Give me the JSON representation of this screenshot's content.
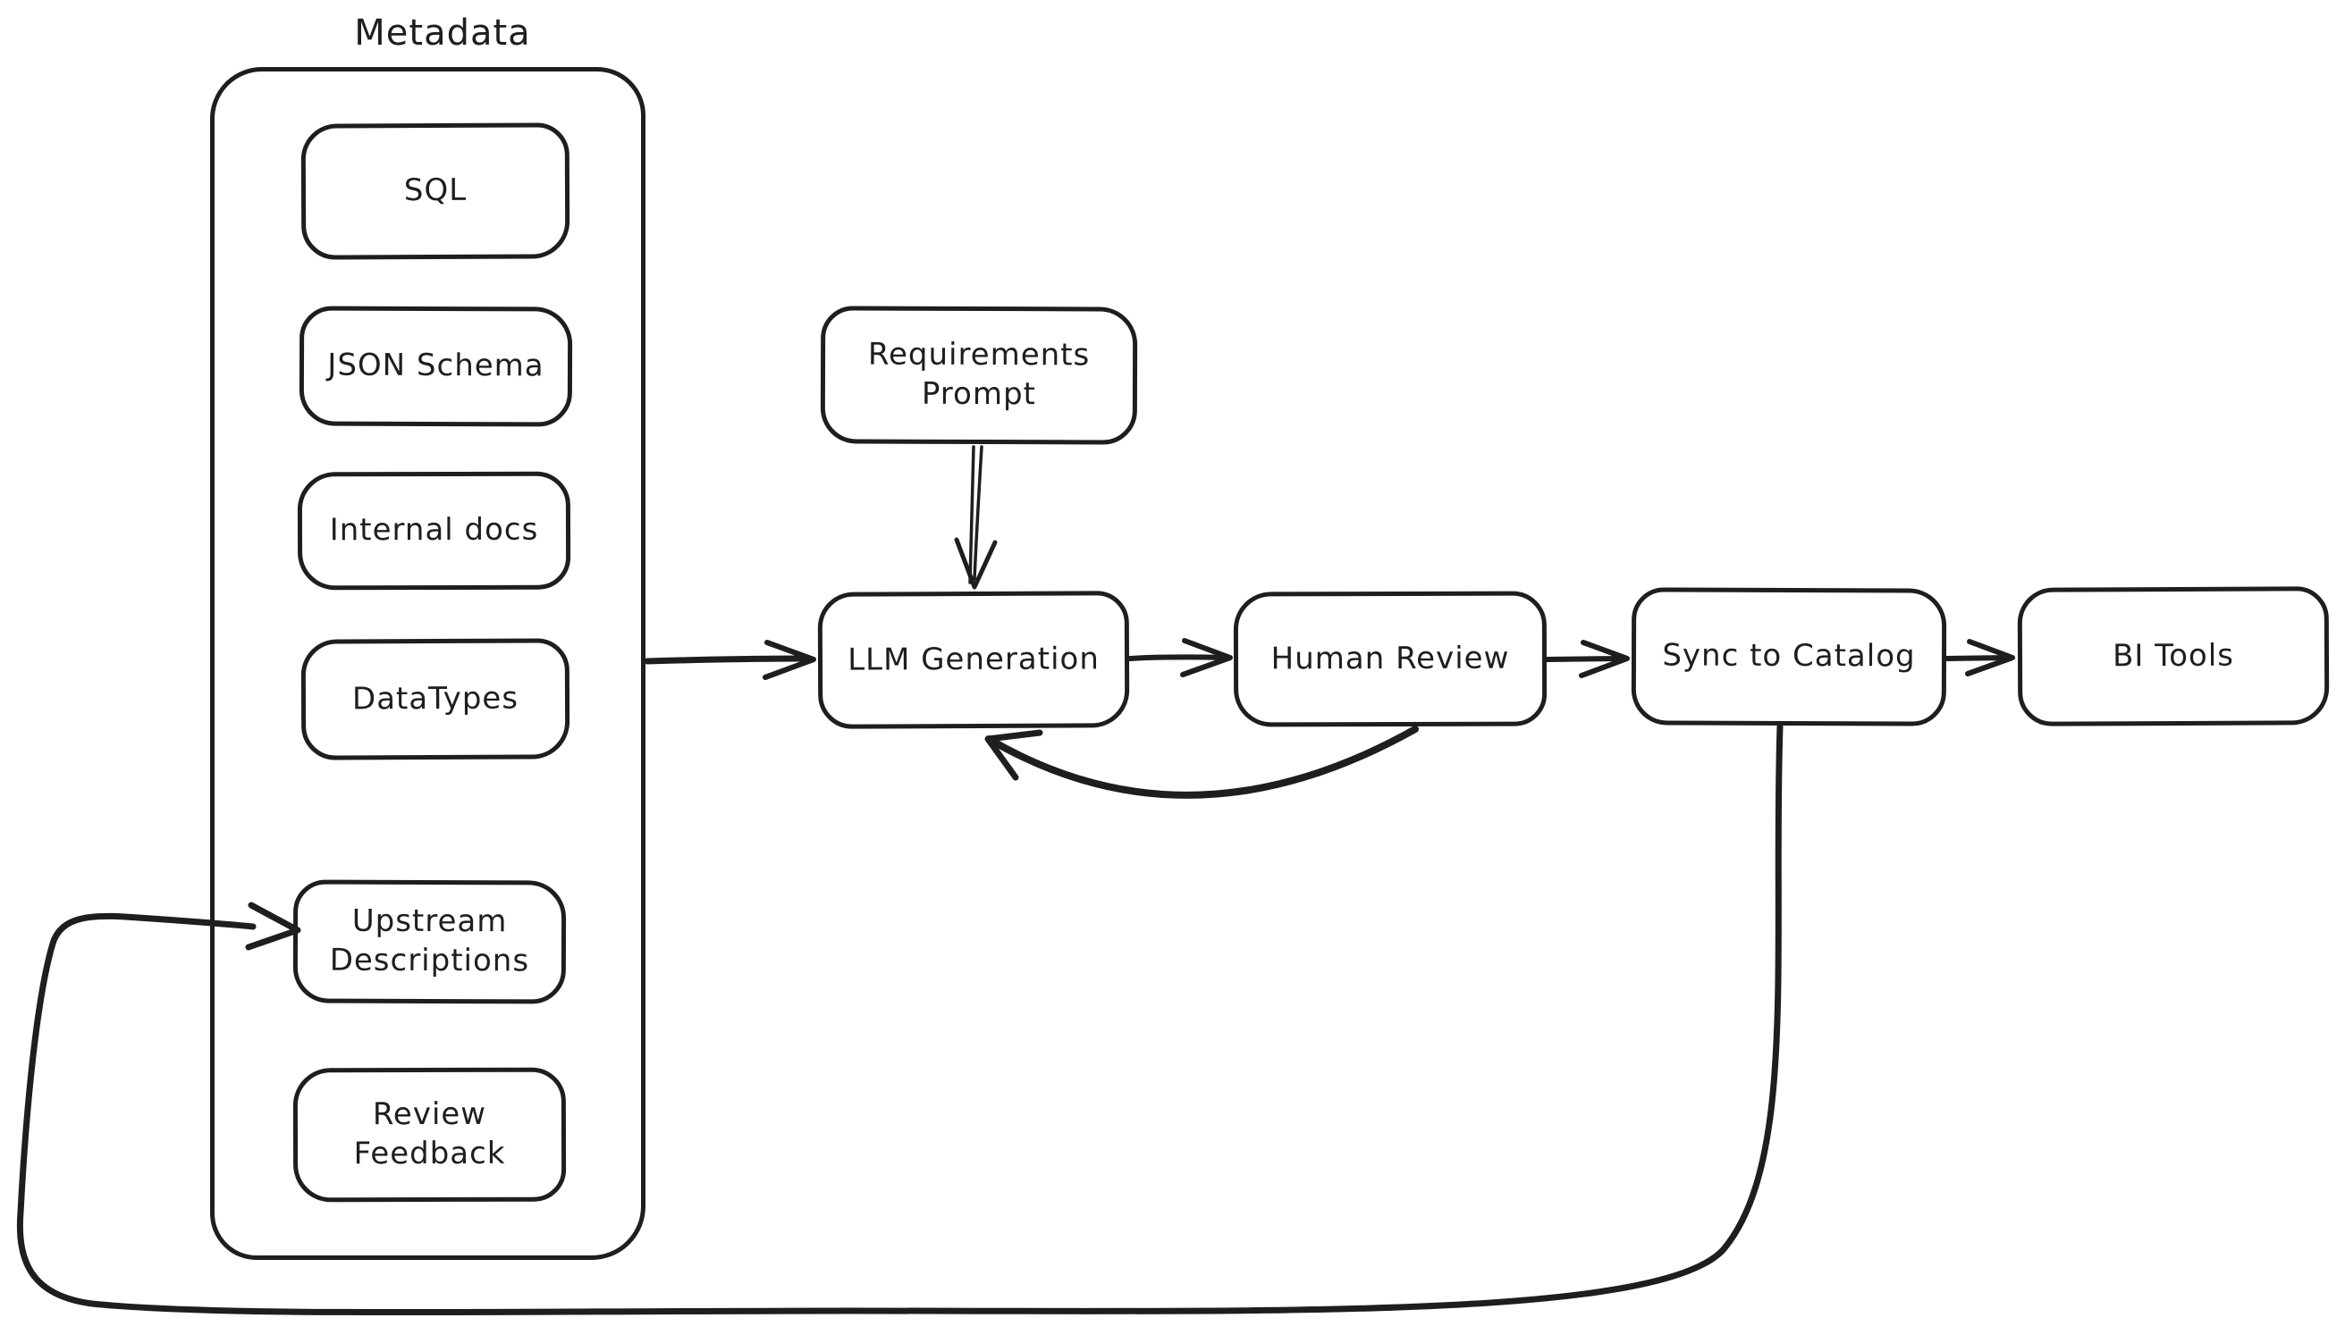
{
  "diagram": {
    "background": "#ffffff",
    "stroke_color": "#1e1e1e",
    "group": {
      "title": "Metadata",
      "items": [
        {
          "label": "SQL"
        },
        {
          "label": "JSON Schema"
        },
        {
          "label": "Internal docs"
        },
        {
          "label": "DataTypes"
        },
        {
          "label": "Upstream Descriptions"
        },
        {
          "label": "Review Feedback"
        }
      ]
    },
    "nodes": [
      {
        "label": "Requirements Prompt"
      },
      {
        "label": "LLM Generation"
      },
      {
        "label": "Human Review"
      },
      {
        "label": "Sync to Catalog"
      },
      {
        "label": "BI Tools"
      }
    ],
    "edges": [
      {
        "from": "Metadata",
        "to": "LLM Generation",
        "type": "arrow"
      },
      {
        "from": "Requirements Prompt",
        "to": "LLM Generation",
        "type": "arrow"
      },
      {
        "from": "LLM Generation",
        "to": "Human Review",
        "type": "arrow"
      },
      {
        "from": "Human Review",
        "to": "Sync to Catalog",
        "type": "arrow"
      },
      {
        "from": "Sync to Catalog",
        "to": "BI Tools",
        "type": "arrow"
      },
      {
        "from": "Human Review",
        "to": "LLM Generation",
        "type": "curved-arrow"
      },
      {
        "from": "Sync to Catalog",
        "to": "Upstream Descriptions",
        "type": "curved-arrow"
      }
    ]
  }
}
